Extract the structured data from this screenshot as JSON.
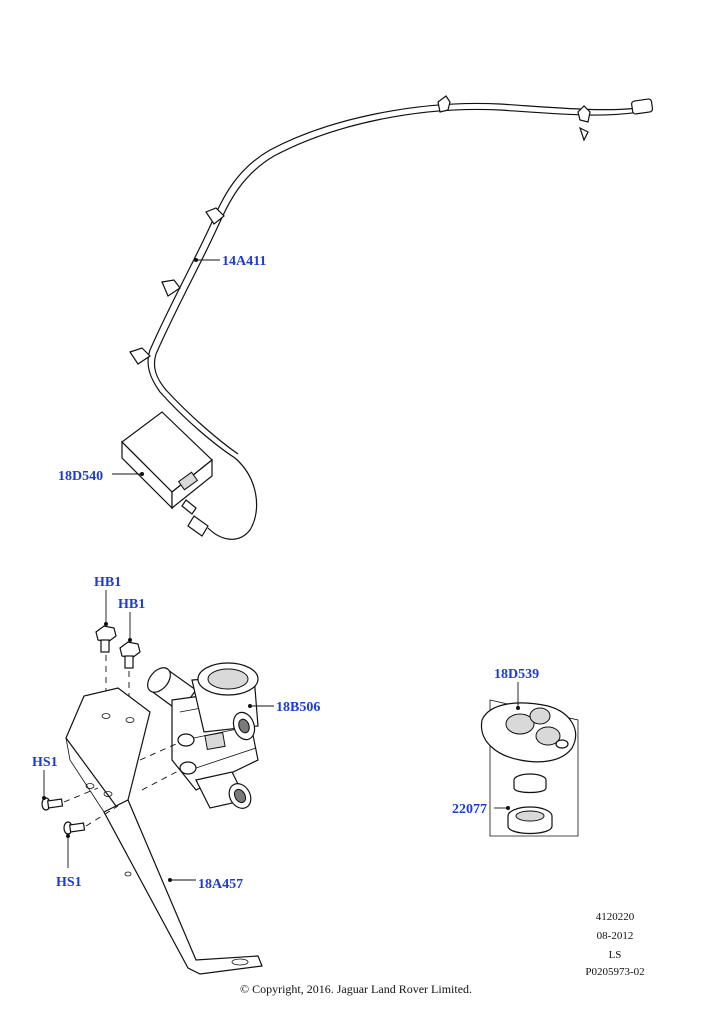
{
  "callouts": {
    "harness": "14A411",
    "receiver_module": "18D540",
    "bolt_1": "HB1",
    "bolt_2": "HB1",
    "pump": "18B506",
    "screw_1": "HS1",
    "screw_2": "HS1",
    "bracket": "18A457",
    "remote_transmitter": "18D539",
    "battery": "22077"
  },
  "drawing_info": {
    "ref_number": "4120220",
    "date": "08-2012",
    "code": "LS",
    "part_ref": "P0205973-02"
  },
  "copyright": "© Copyright, 2016. Jaguar Land Rover Limited."
}
